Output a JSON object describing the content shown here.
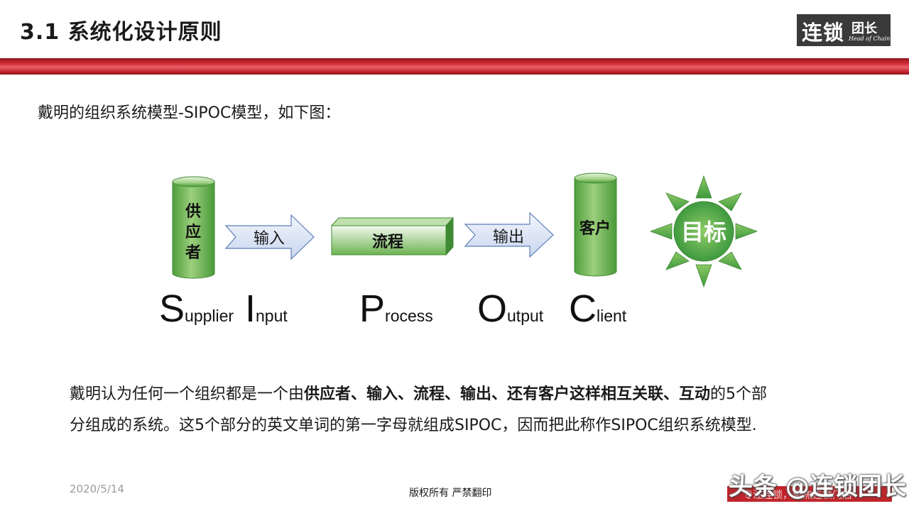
{
  "header": {
    "title": "3.1 系统化设计原则",
    "logo": {
      "cn_main": "连锁",
      "cn_small": "团长",
      "en": "Head of Chain"
    }
  },
  "intro": "戴明的组织系统模型-SIPOC模型，如下图：",
  "diagram": {
    "supplier_cylinder": [
      "供",
      "应",
      "者"
    ],
    "input_arrow": "输入",
    "process_box": "流程",
    "output_arrow": "输出",
    "client_cylinder": "客户",
    "goal_sun": "目标",
    "sipoc_words": [
      {
        "initial": "S",
        "rest": "upplier"
      },
      {
        "initial": "I",
        "rest": "nput"
      },
      {
        "initial": "P",
        "rest": "rocess"
      },
      {
        "initial": "O",
        "rest": "utput"
      },
      {
        "initial": "C",
        "rest": "lient"
      }
    ]
  },
  "paragraph": {
    "line1_a": "戴明认为任何一个组织都是一个由",
    "line1_bold": "供应者、输入、流程、输出、还有客户这样相互关联、互动",
    "line1_c": "的5个部",
    "line2": "分组成的系统。这5个部分的英文单词的第一字母就组成SIPOC，因而把此称作SIPOC组织系统模型."
  },
  "footer": {
    "date": "2020/5/14",
    "copyright": "版权所有  严禁翻印",
    "watermark": "头条 @连锁团长",
    "bar_text": "专注连锁，聚焦连锁门店"
  },
  "colors": {
    "band_red": "#c62833",
    "green_dark": "#3f9a3f",
    "green_light": "#f2f9ef",
    "arrow_blue": "#dfe7f5",
    "arrow_border": "#5b7fb8"
  }
}
